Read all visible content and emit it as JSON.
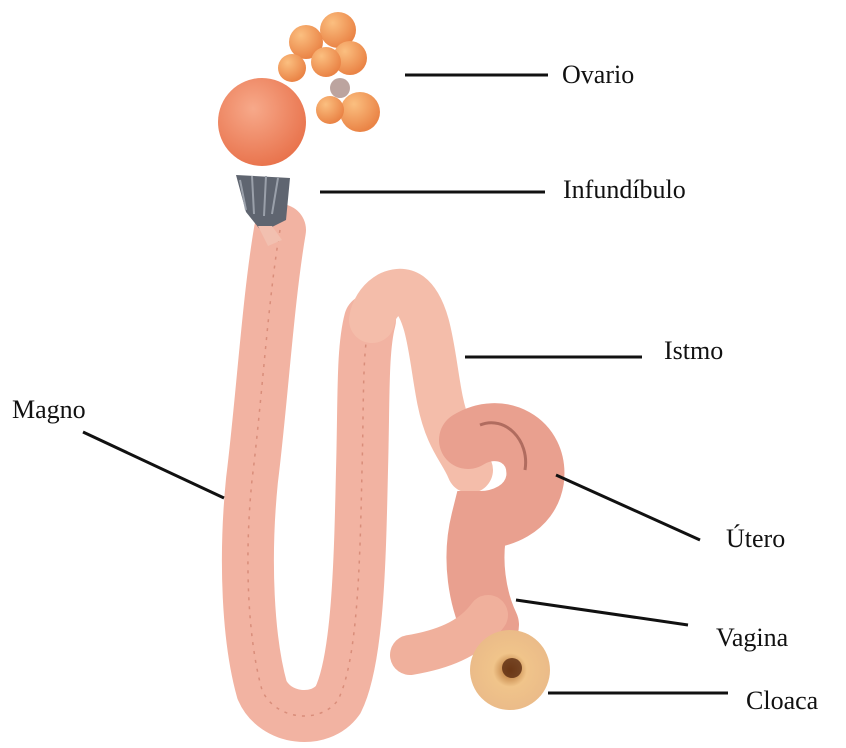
{
  "diagram": {
    "labels": {
      "ovario": "Ovario",
      "infundibulo": "Infundíbulo",
      "istmo": "Istmo",
      "magno": "Magno",
      "utero": "Útero",
      "vagina": "Vagina",
      "cloaca": "Cloaca"
    },
    "colors": {
      "oviduct": "#f3b3a3",
      "oviduct_dark": "#d98775",
      "ovary": "#f08a5e",
      "follicle": "#f49a5a",
      "infundibulum": "#5f6570",
      "cloaca": "#f0c89a",
      "leader": "#111111"
    }
  }
}
